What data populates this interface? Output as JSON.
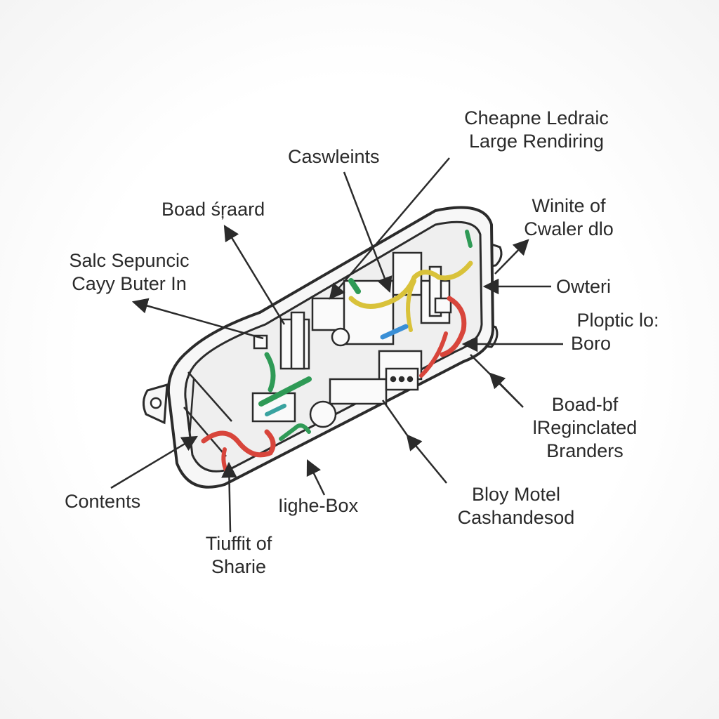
{
  "diagram": {
    "subject": "device-enclosure-internal-wiring",
    "colors": {
      "outline": "#2b2b2b",
      "housing": "#f7f7f7",
      "wire_red": "#d8453b",
      "wire_green": "#2f9a56",
      "wire_yellow": "#d9c23a",
      "wire_blue": "#3a8fd6",
      "wire_teal": "#3aa3a0",
      "label": "#2a2a2a"
    },
    "labels": {
      "cheapne": {
        "lines": [
          "Cheapne Ledraic",
          "Large Rendiring"
        ]
      },
      "caswleints": {
        "lines": [
          "Caswleints"
        ]
      },
      "boad_board": {
        "lines": [
          "Boad śŗaard"
        ]
      },
      "winite": {
        "lines": [
          "Winite of",
          "Cwaler dlo"
        ]
      },
      "salc": {
        "lines": [
          "Salc Sepuncic",
          "Cayy Buter In"
        ]
      },
      "owteri": {
        "lines": [
          "Owteri"
        ]
      },
      "ploptic": {
        "lines": [
          "Ploptic lo:",
          "Boro"
        ]
      },
      "board_bf": {
        "lines": [
          "Boad-bf",
          "lReginclated",
          "Branders"
        ]
      },
      "contents": {
        "lines": [
          "Contents"
        ]
      },
      "iighe": {
        "lines": [
          "Iighe-Box"
        ]
      },
      "bloy": {
        "lines": [
          "Bloy Motel",
          "Cashandesod"
        ]
      },
      "tuffit": {
        "lines": [
          "Tiuffit of",
          "Sharie"
        ]
      }
    }
  }
}
